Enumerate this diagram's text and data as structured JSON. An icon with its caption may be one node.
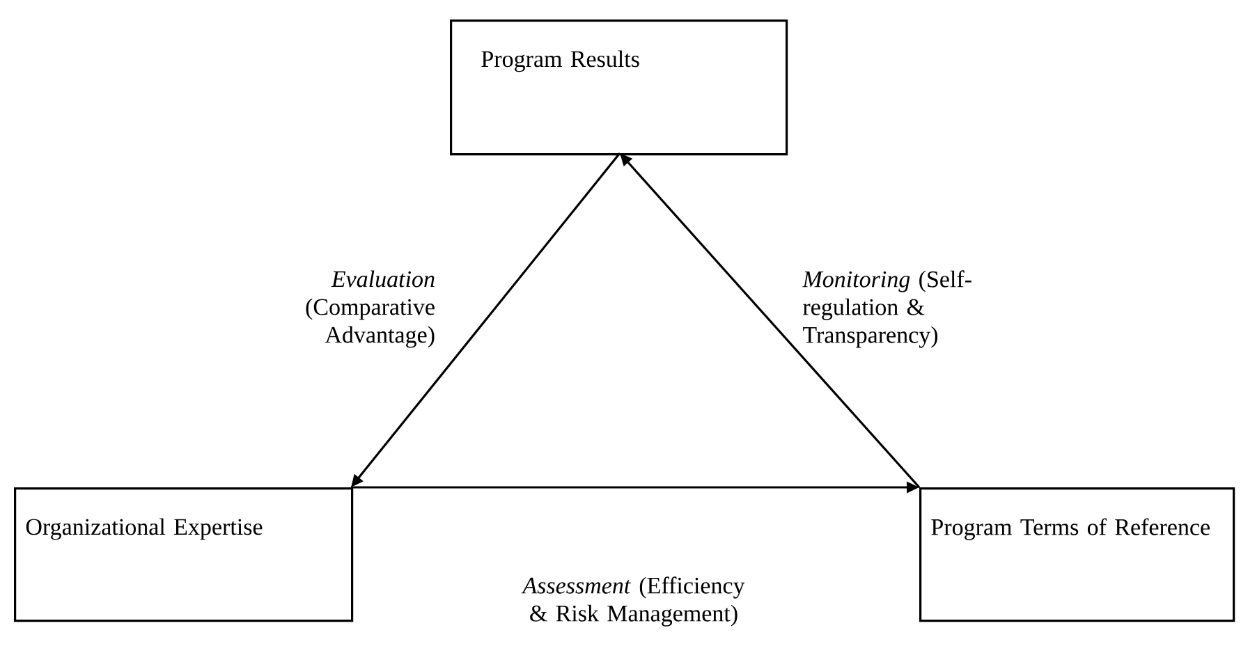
{
  "diagram": {
    "nodes": [
      {
        "text": [
          "Program Results"
        ]
      },
      {
        "text": [
          "Organizational Expertise"
        ]
      },
      {
        "text": [
          "Program Terms of Reference"
        ]
      }
    ],
    "edges": [
      {
        "from": 0,
        "to": 1,
        "arrow": "to",
        "label": "*Evaluation* (Comparative Advantage)"
      },
      {
        "from": 1,
        "to": 2,
        "arrow": "to",
        "label": "*Assessment* (Efficiency & Risk Management)"
      },
      {
        "from": 2,
        "to": 0,
        "arrow": "to",
        "label": "*Monitoring* (Self-regulation & Transparency)"
      }
    ]
  }
}
